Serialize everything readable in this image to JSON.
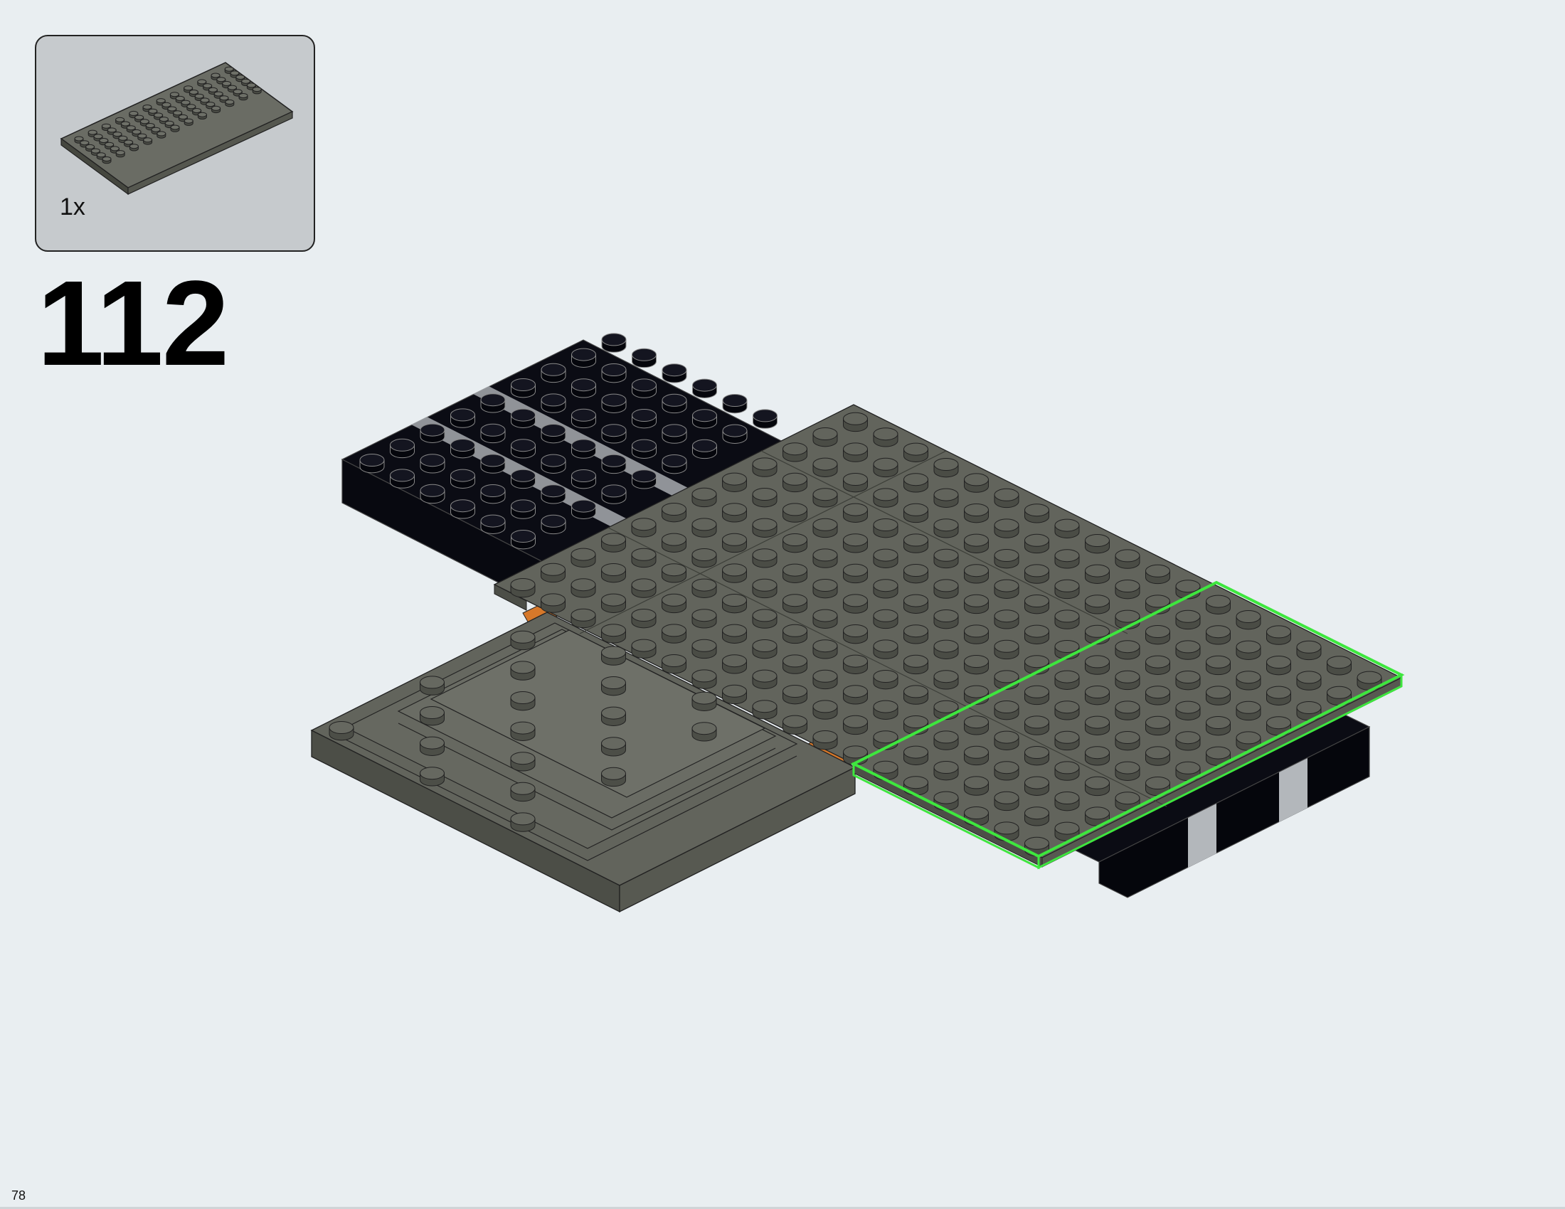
{
  "document": {
    "type": "building-instructions",
    "page_number": "78",
    "step_number": "112"
  },
  "parts_callout": {
    "quantity": "1x",
    "part_icon": "dark-gray-plate-6x12-icon",
    "part_color": "#5b5d57"
  },
  "model": {
    "highlight_color": "#3ee63e",
    "colors": {
      "dark_gray": "#62645c",
      "black": "#0b0c14",
      "light_gray": "#a9adb1",
      "orange": "#d6782a"
    }
  }
}
